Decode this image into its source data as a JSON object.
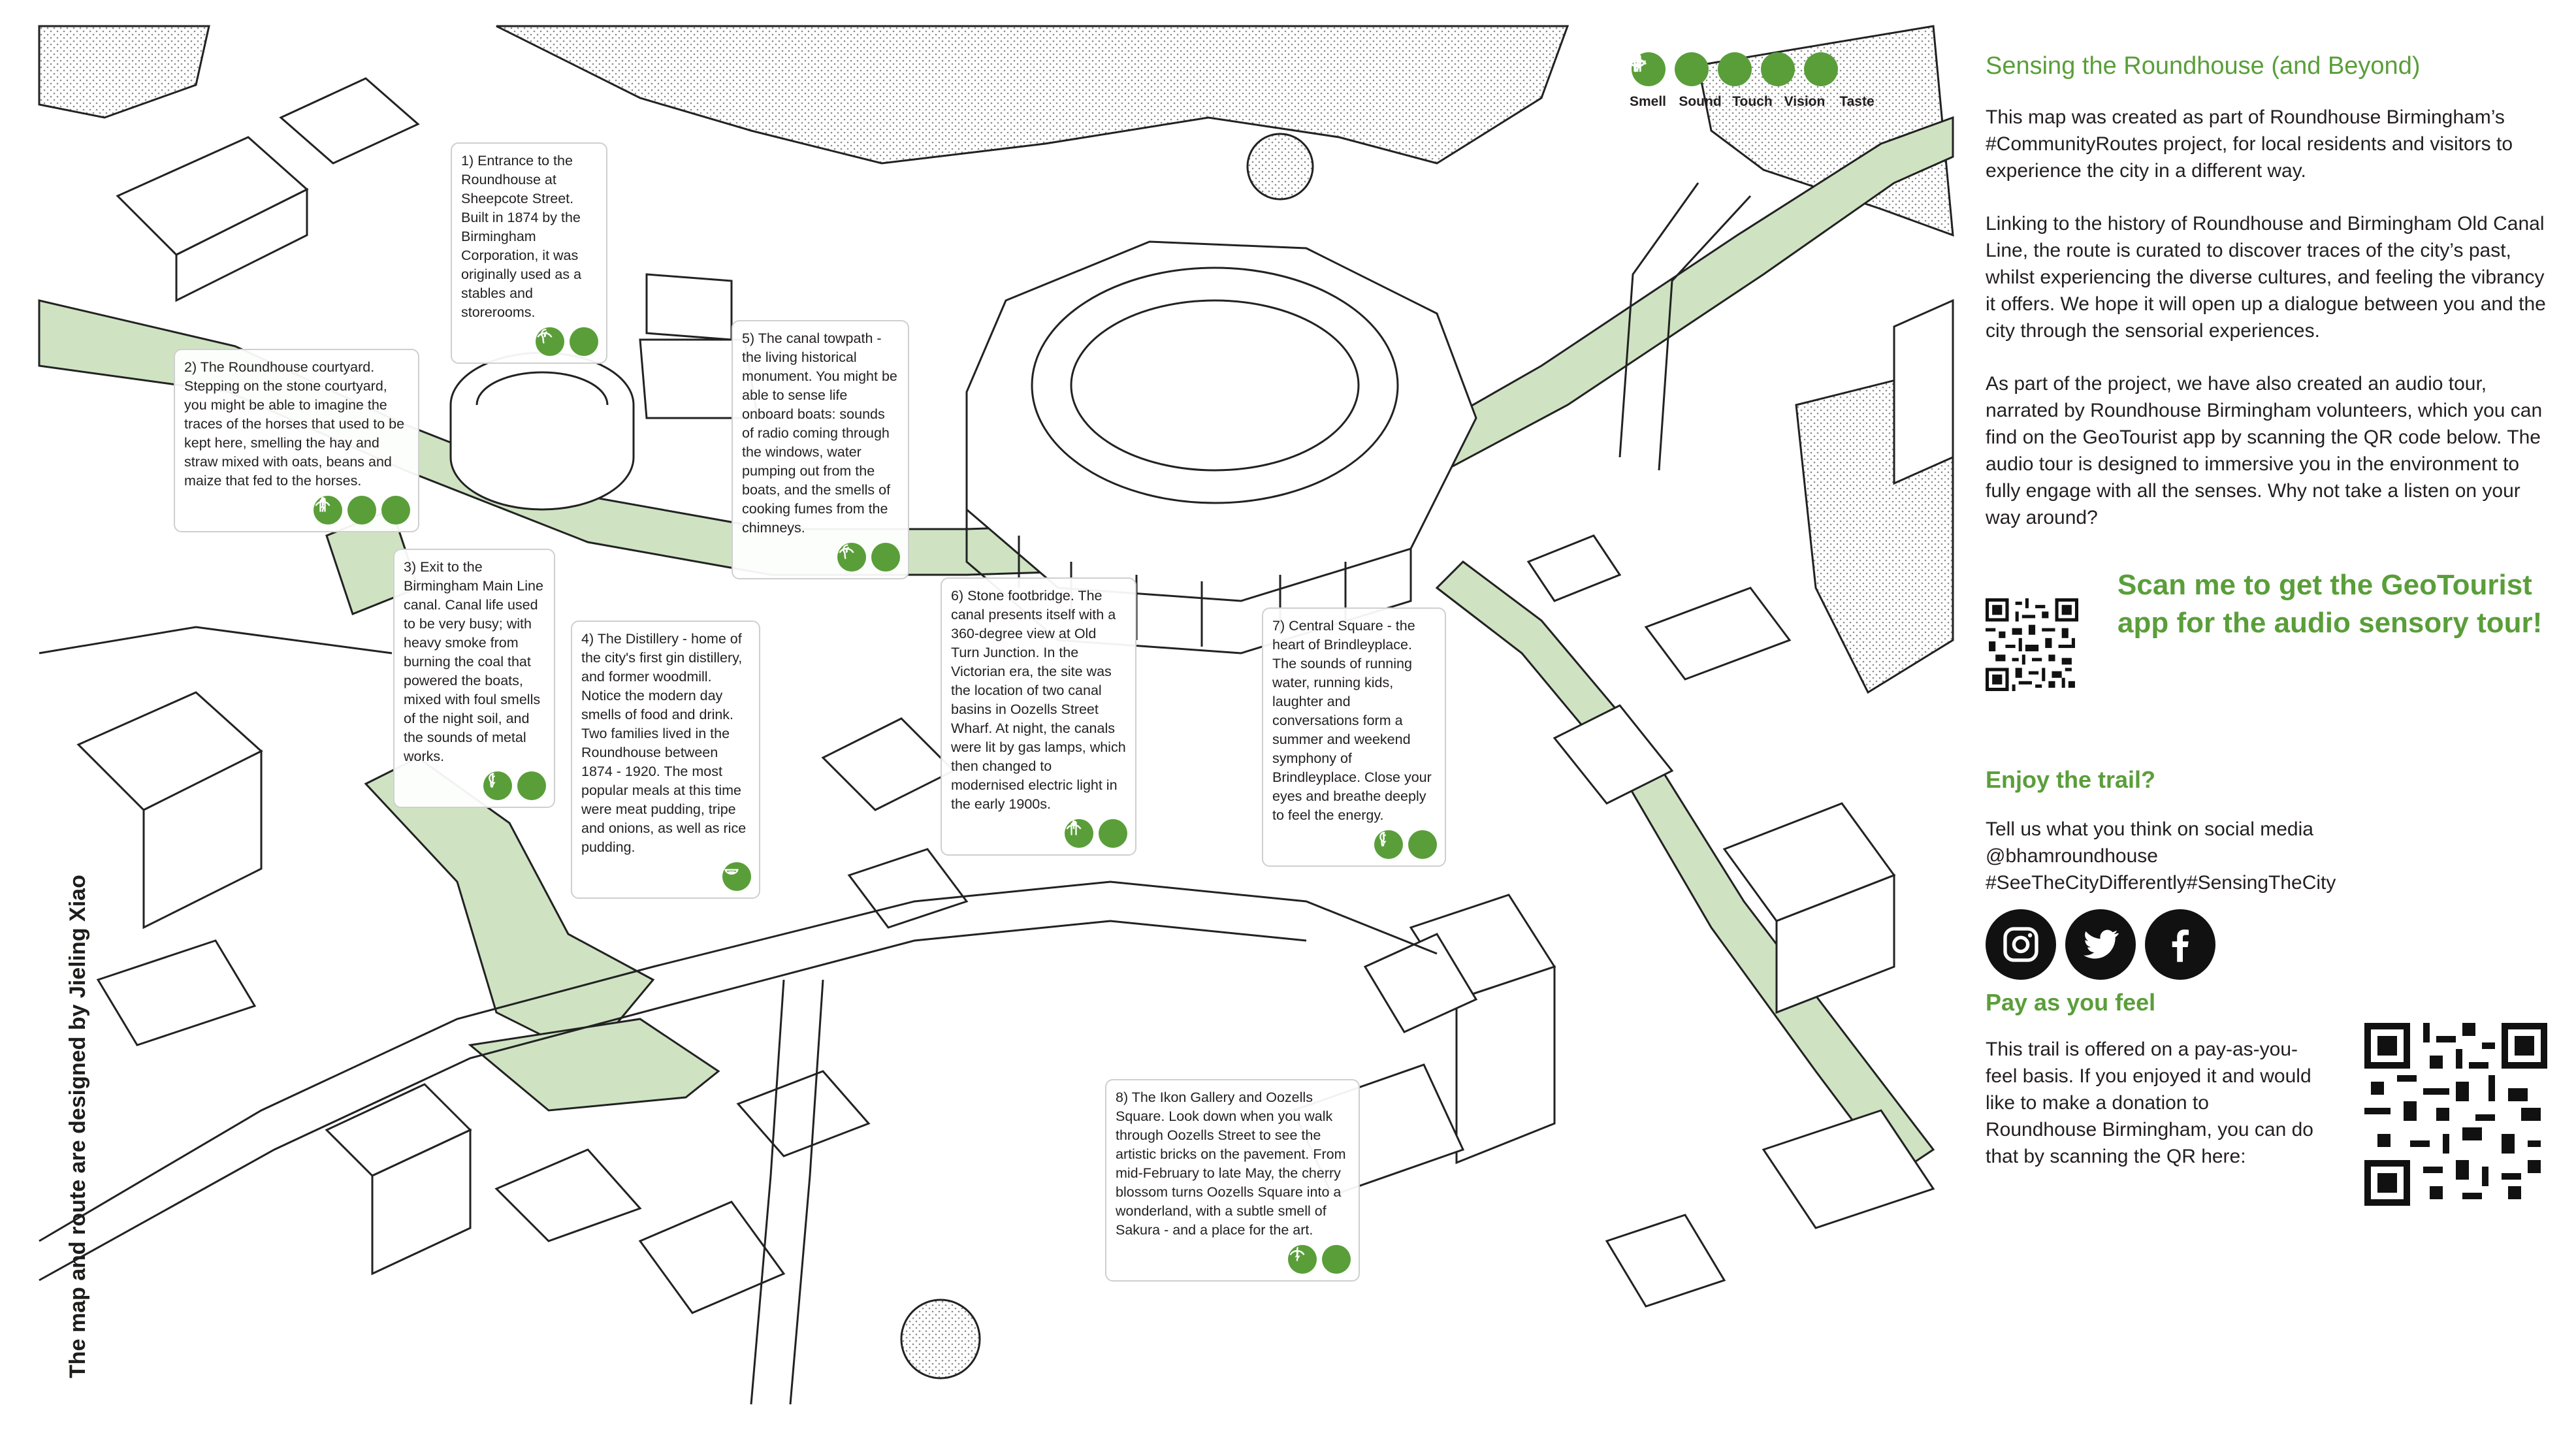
{
  "map": {
    "credit": "The map and route are designed by Jieling Xiao"
  },
  "legend": {
    "items": [
      {
        "label": "Smell",
        "icon": "smell-icon"
      },
      {
        "label": "Sound",
        "icon": "sound-icon"
      },
      {
        "label": "Touch",
        "icon": "touch-icon"
      },
      {
        "label": "Vision",
        "icon": "vision-icon"
      },
      {
        "label": "Taste",
        "icon": "taste-icon"
      }
    ]
  },
  "stops": [
    {
      "text": "1) Entrance to the Roundhouse at Sheepcote Street. Built in 1874 by the Birmingham Corporation, it was originally used as a stables and storerooms.",
      "icons": [
        "sound-icon",
        "vision-icon"
      ]
    },
    {
      "text": "2) The Roundhouse courtyard. Stepping on the stone courtyard, you might be able to imagine the traces of the horses that used to be kept here, smelling the hay and straw mixed with oats, beans and maize that fed to the horses.",
      "icons": [
        "vision-icon",
        "smell-icon",
        "touch-icon"
      ]
    },
    {
      "text": "3) Exit to the Birmingham Main Line canal. Canal life used to be very busy; with heavy smoke from burning the coal that powered the boats, mixed with foul smells of the night soil, and the sounds of metal works.",
      "icons": [
        "smell-icon",
        "sound-icon"
      ]
    },
    {
      "text": "4) The Distillery - home of the city's first gin distillery, and former woodmill. Notice the modern day smells of food and drink. Two families lived in the Roundhouse between 1874 - 1920. The most popular meals at this time were meat pudding, tripe and onions, as well as rice pudding.",
      "icons": [
        "taste-icon"
      ]
    },
    {
      "text": "5) The canal towpath - the living historical monument. You might be able to sense life onboard boats: sounds of radio coming through the windows, water pumping out from the boats, and the smells of cooking fumes from the chimneys.",
      "icons": [
        "sound-icon",
        "vision-icon"
      ]
    },
    {
      "text": "6) Stone footbridge. The canal presents itself with a 360-degree view at Old Turn Junction. In the Victorian era, the site was the location of two canal basins in Oozells Street Wharf. At night, the canals were lit by gas lamps, which then changed to modernised electric light in the early 1900s.",
      "icons": [
        "touch-icon",
        "vision-icon"
      ]
    },
    {
      "text": "7) Central Square - the heart of Brindleyplace. The sounds of running water, running kids, laughter and conversations form a summer and weekend symphony of Brindleyplace. Close your eyes and breathe deeply to feel the energy.",
      "icons": [
        "smell-icon",
        "sound-icon"
      ]
    },
    {
      "text": "8) The Ikon Gallery and Oozells Square. Look down when you walk through Oozells Street to see the artistic bricks on the pavement. From mid-February to late May, the cherry blossom turns Oozells Square into a wonderland, with a subtle smell of Sakura - and a place for the art.",
      "icons": [
        "smell-icon",
        "vision-icon"
      ]
    }
  ],
  "panel": {
    "title": "Sensing the Roundhouse (and Beyond)",
    "para1": "This map was created as part of Roundhouse Birmingham’s #CommunityRoutes project, for local residents and visitors to experience the city in a different way.",
    "para2": "Linking to the history of Roundhouse and Birmingham Old Canal Line, the route is curated to discover traces of the city’s past, whilst experiencing the diverse cultures, and feeling the vibrancy it offers. We hope it will open up a dialogue between you and the city through the sensorial experiences.",
    "para3": "As part of the project, we have also created an audio tour, narrated by Roundhouse Birmingham volunteers, which you can find on the GeoTourist app by scanning the QR code below. The audio tour is designed to immersive you in the environment to fully engage with all the senses. Why not take a listen on your way around?",
    "scan_text": "Scan me to get the GeoTourist app for the audio sensory tour!",
    "enjoy_heading": "Enjoy the trail?",
    "enjoy_text_1": "Tell us what you think on social media",
    "enjoy_text_2": "@bhamroundhouse",
    "enjoy_text_3": "#SeeTheCityDifferently#SensingTheCity",
    "social": [
      "instagram-icon",
      "twitter-icon",
      "facebook-icon"
    ],
    "pay_heading": "Pay as you feel",
    "pay_text": "This trail is offered on a pay-as-you-feel basis. If you enjoyed it and would like to make a donation to Roundhouse Birmingham, you can do that by scanning the QR here:"
  },
  "colors": {
    "accent": "#5a9e3a",
    "greenspace": "#cfe3c3",
    "ink": "#231f20"
  }
}
